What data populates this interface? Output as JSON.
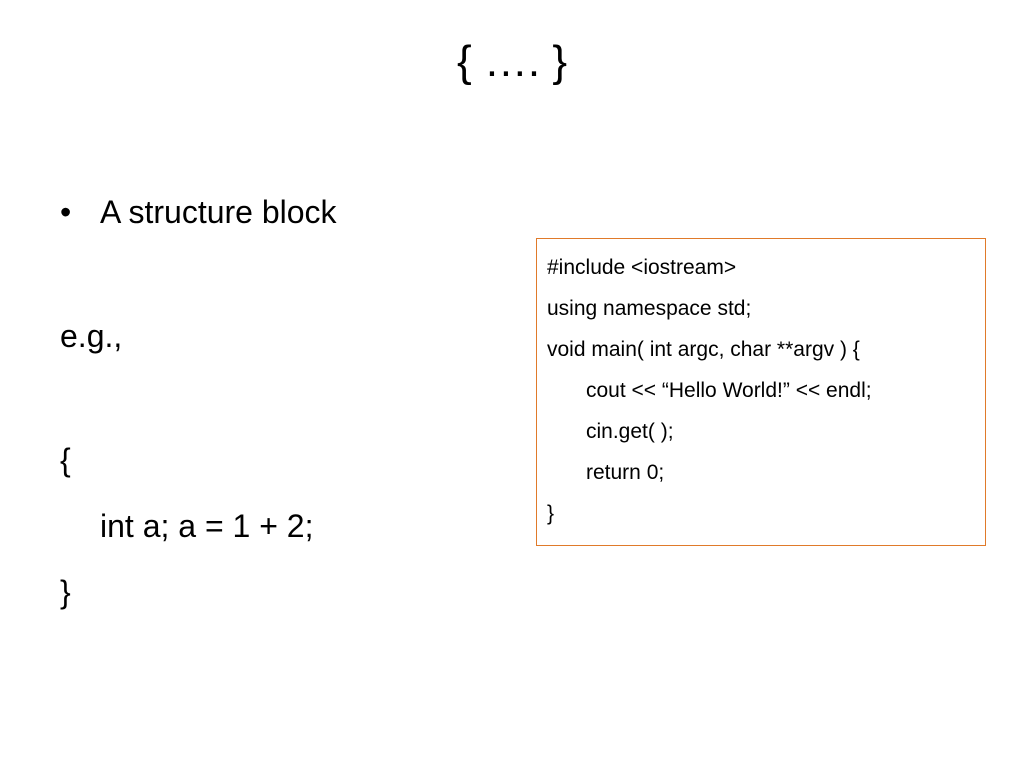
{
  "slide": {
    "title": "{ …. }",
    "bullet_symbol": "•",
    "bullet_text": "A structure block",
    "example_label": "e.g.,",
    "example_open": "{",
    "example_statement": "int a; a = 1 + 2;",
    "example_close": "}"
  },
  "code_box": {
    "border_color": "#e07a2a",
    "lines": [
      "#include <iostream>",
      "using namespace std;",
      "void main( int argc, char **argv ) {",
      "cout << “Hello World!” << endl;",
      "cin.get( );",
      "return 0;",
      "}"
    ]
  }
}
